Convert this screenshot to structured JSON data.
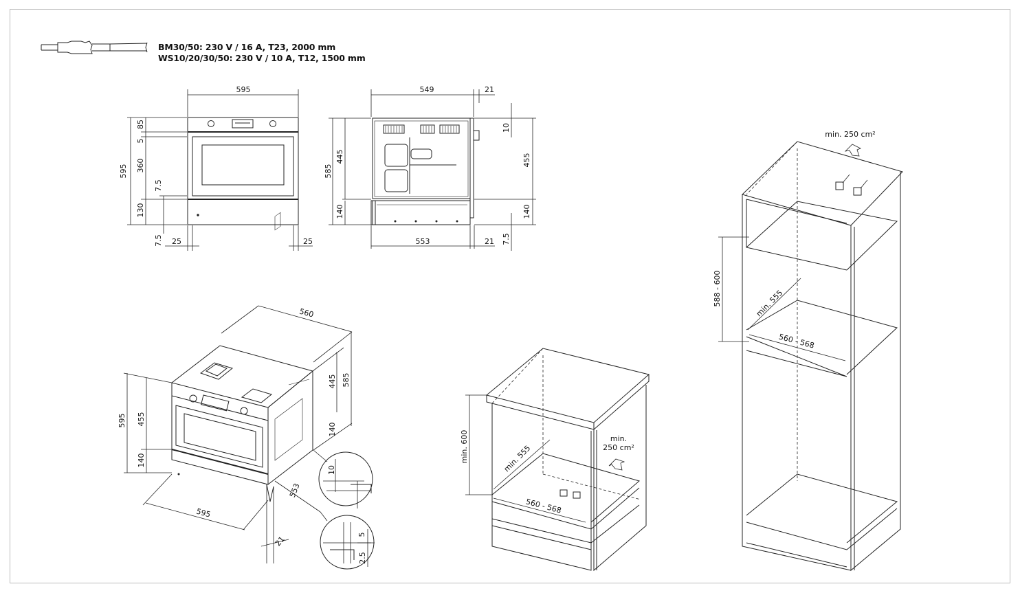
{
  "spec": {
    "line1": "BM30/50: 230 V / 16 A, T23, 2000 mm",
    "line2": "WS10/20/30/50: 230 V / 10 A, T12, 1500 mm"
  },
  "front_view": {
    "width": "595",
    "height": "595",
    "h_85": "85",
    "h_5": "5",
    "h_360": "360",
    "h_7_5_a": "7.5",
    "h_130": "130",
    "h_7_5_b": "7.5",
    "left_25": "25",
    "right_25": "25"
  },
  "side_view": {
    "depth_top": "549",
    "top_21": "21",
    "h_585": "585",
    "h_445": "445",
    "h_140": "140",
    "r_10": "10",
    "r_455": "455",
    "r_140": "140",
    "r_7_5": "7.5",
    "depth_bottom": "553",
    "bottom_21": "21"
  },
  "iso_oven": {
    "d_560": "560",
    "d_445": "445",
    "d_585": "585",
    "d_140_r": "140",
    "h_595": "595",
    "h_455": "455",
    "h_140": "140",
    "w_595": "595",
    "d_553": "553",
    "d_21": "21",
    "detail_10": "10",
    "detail_5": "5",
    "detail_2_5": "2.5"
  },
  "base_cabinet": {
    "min_600": "min. 600",
    "min_555": "min. 555",
    "width": "560 - 568",
    "vent_line1": "min.",
    "vent_line2": "250 cm²"
  },
  "tall_cabinet": {
    "vent": "min. 250 cm²",
    "height": "588 - 600",
    "min_555": "min. 555",
    "width": "560 - 568"
  }
}
